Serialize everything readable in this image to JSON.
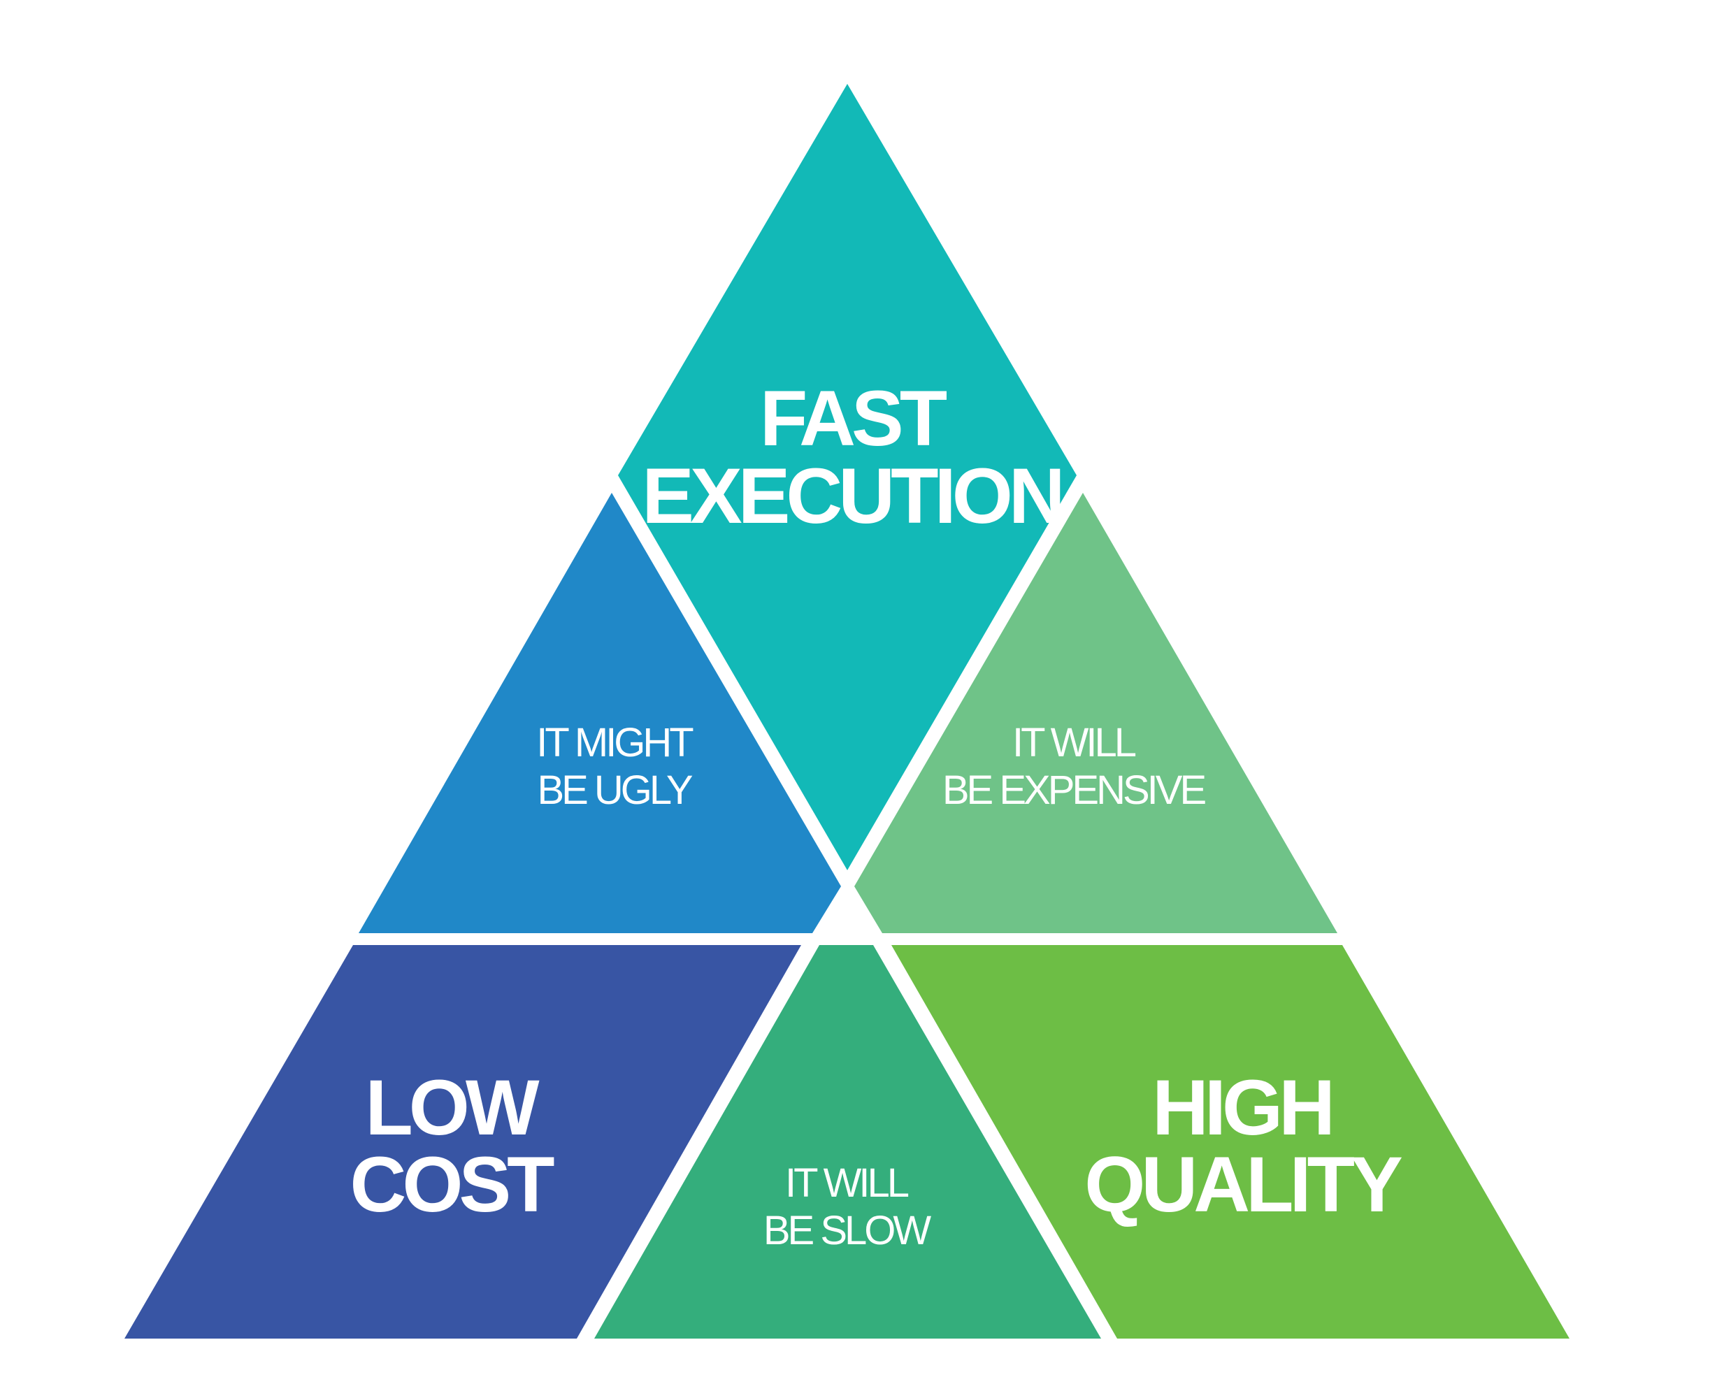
{
  "segments": {
    "fast_execution": {
      "line1": "FAST",
      "line2": "EXECUTION",
      "color": "#12B9B7"
    },
    "ugly": {
      "line1": "IT MIGHT",
      "line2": "BE UGLY",
      "color": "#2088C8"
    },
    "expensive": {
      "line1": "IT WILL",
      "line2": "BE EXPENSIVE",
      "color": "#6FC388"
    },
    "low_cost": {
      "line1": "LOW",
      "line2": "COST",
      "color": "#3855A4"
    },
    "slow": {
      "line1": "IT WILL",
      "line2": "BE SLOW",
      "color": "#34AE7C"
    },
    "high_quality": {
      "line1": "HIGH",
      "line2": "QUALITY",
      "color": "#6DBE45"
    }
  }
}
